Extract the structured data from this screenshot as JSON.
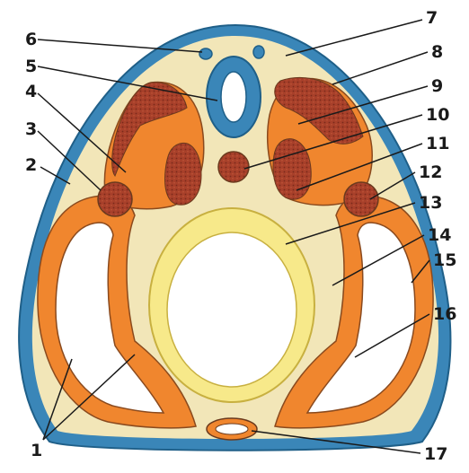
{
  "figure": {
    "colors": {
      "background": "#ffffff",
      "outer_layer": "#3a86b8",
      "body_fill": "#f2e6b8",
      "orange": "#f0862e",
      "red_brown": "#a8402a",
      "yellow": "#f7e98a",
      "white": "#ffffff",
      "outline": "#6b3a1e"
    },
    "labels": [
      {
        "id": "1",
        "text": "1"
      },
      {
        "id": "2",
        "text": "2"
      },
      {
        "id": "3",
        "text": "3"
      },
      {
        "id": "4",
        "text": "4"
      },
      {
        "id": "5",
        "text": "5"
      },
      {
        "id": "6",
        "text": "6"
      },
      {
        "id": "7",
        "text": "7"
      },
      {
        "id": "8",
        "text": "8"
      },
      {
        "id": "9",
        "text": "9"
      },
      {
        "id": "10",
        "text": "10"
      },
      {
        "id": "11",
        "text": "11"
      },
      {
        "id": "12",
        "text": "12"
      },
      {
        "id": "13",
        "text": "13"
      },
      {
        "id": "14",
        "text": "14"
      },
      {
        "id": "15",
        "text": "15"
      },
      {
        "id": "16",
        "text": "16"
      },
      {
        "id": "17",
        "text": "17"
      }
    ]
  }
}
